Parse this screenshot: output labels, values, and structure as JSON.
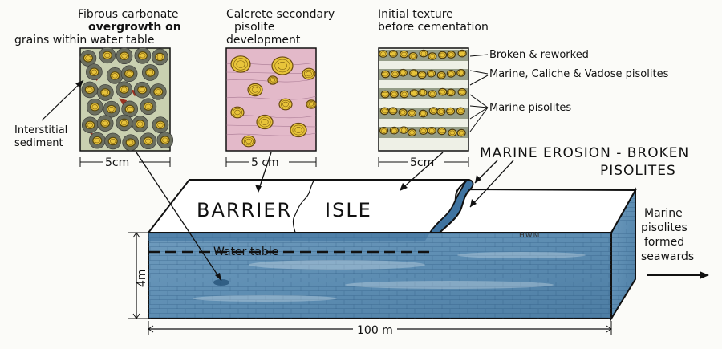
{
  "panels": [
    {
      "title_lines": [
        "Fibrous carbonate",
        "overgrowth on",
        "grains within water table"
      ],
      "scale": "5cm"
    },
    {
      "title_lines": [
        "Calcrete secondary",
        "pisolite",
        "development"
      ],
      "scale": "5 cm"
    },
    {
      "title_lines": [
        "Initial texture",
        "before cementation"
      ],
      "scale": "5cm"
    }
  ],
  "annotations": {
    "interstitial_sediment": [
      "Interstitial",
      "sediment"
    ],
    "broken_reworked": "Broken & reworked",
    "marine_caliche_vadose": "Marine, Caliche & Vadose pisolites",
    "marine_pisolites": "Marine pisolites",
    "marine_erosion": [
      "MARINE EROSION - BROKEN",
      "PISOLITES"
    ],
    "seaward": [
      "Marine",
      "pisolites",
      "formed",
      "seawards"
    ]
  },
  "block": {
    "barrier": "BARRIER",
    "isle": "ISLE",
    "hwm": "HWM",
    "water_table": "Water table",
    "height": "4m",
    "length": "100 m"
  },
  "colors": {
    "water": "#5f8fb3",
    "water_dark": "#2e5f86",
    "grain_yellow": "#e8c43a",
    "grain_dark": "#5a5a4a",
    "calcrete_pink": "#d9a0b8",
    "interstitial_red": "#9a3322"
  }
}
